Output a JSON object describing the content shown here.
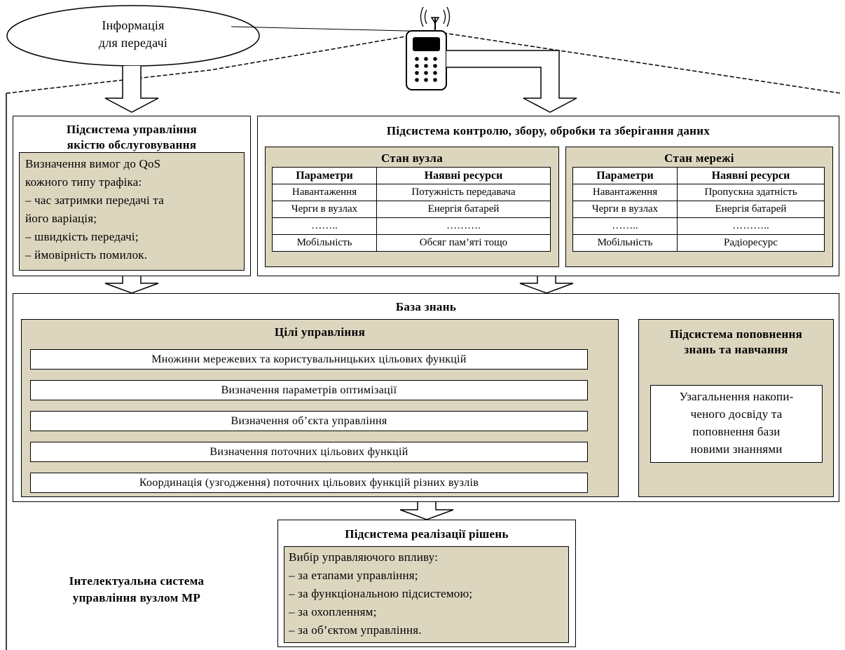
{
  "info_bubble": {
    "line1": "Інформація",
    "line2": "для передачі"
  },
  "qos": {
    "title_line1": "Підсистема управління",
    "title_line2": "якістю обслуговування",
    "items": [
      "Визначення вимог до QoS",
      "кожного типу трафіка:",
      "–  час затримки передачі та",
      "його варіація;",
      "–   швидкість передачі;",
      "–   ймовірність помилок."
    ]
  },
  "monitoring": {
    "title": "Підсистема контролю, збору, обробки та зберігання даних",
    "node_state": {
      "title": "Стан вузла",
      "headers": [
        "Параметри",
        "Наявні ресурси"
      ],
      "rows": [
        [
          "Навантаження",
          "Потужність передавача"
        ],
        [
          "Черги в вузлах",
          "Енергія батарей"
        ],
        [
          "……..",
          "………."
        ],
        [
          "Мобільність",
          "Обсяг пам’яті тощо"
        ]
      ]
    },
    "network_state": {
      "title": "Стан мережі",
      "headers": [
        "Параметри",
        "Наявні ресурси"
      ],
      "rows": [
        [
          "Навантаження",
          "Пропускна здатність"
        ],
        [
          "Черги в вузлах",
          "Енергія батарей"
        ],
        [
          "……..",
          "……….."
        ],
        [
          "Мобільність",
          "Радіоресурс"
        ]
      ]
    }
  },
  "knowledge_base": {
    "title": "База знань",
    "goals": {
      "title": "Цілі управління",
      "items": [
        "Множини мережевих та користувальницьких цільових функцій",
        "Визначення параметрів оптимізації",
        "Визначення об’єкта управління",
        "Визначення поточних цільових функцій",
        "Координація (узгодження) поточних цільових функцій різних вузлів"
      ]
    },
    "learning": {
      "title_line1": "Підсистема поповнення",
      "title_line2": "знань та навчання",
      "text": [
        "Узагальнення накопи-",
        "ченого досвіду та",
        "поповнення бази",
        "новими знаннями"
      ]
    }
  },
  "decision": {
    "title": "Підсистема реалізації рішень",
    "items": [
      "Вибір управляючого впливу:",
      "–    за етапами управління;",
      "–    за функціональною підсистемою;",
      "–    за охопленням;",
      "–    за об’єктом управління."
    ]
  },
  "system_label": {
    "line1": "Інтелектуальна система",
    "line2": "управління вузлом МР"
  },
  "colors": {
    "panel_fill": "#ddd6bf",
    "stroke": "#000000"
  }
}
